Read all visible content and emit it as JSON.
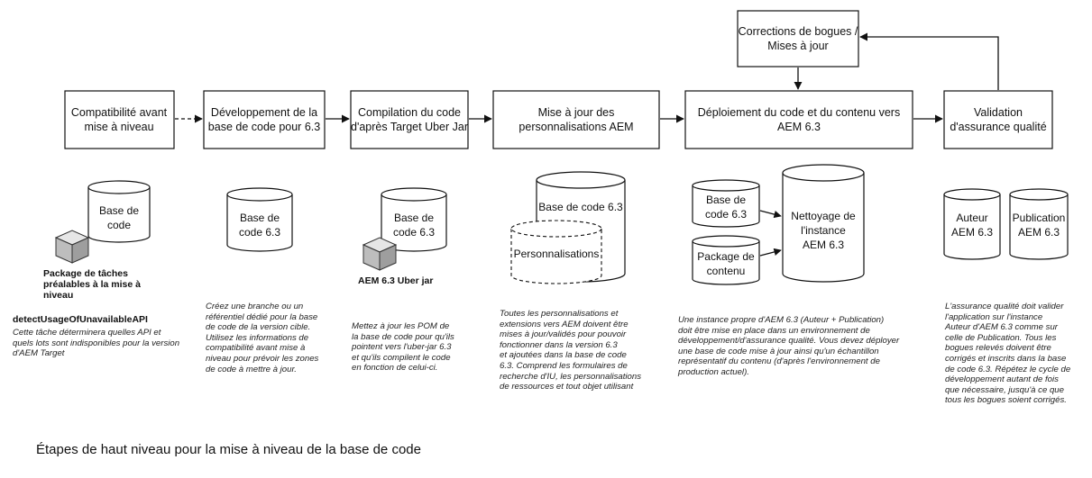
{
  "steps": {
    "compat": "Compatibilité avant\nmise à niveau",
    "dev": "Développement de la\nbase de code pour 6.3",
    "compile": "Compilation du code\nd'après Target Uber Jar",
    "customizations": "Mise à jour des\npersonnalisations AEM",
    "deploy": "Déploiement du code et du contenu vers\nAEM 6.3",
    "qa": "Validation\nd'assurance qualité",
    "fixes": "Corrections de bogues /\nMises à jour"
  },
  "stores": {
    "codebase": "Base de\ncode",
    "codebase63_a": "Base de\ncode 6.3",
    "codebase63_b": "Base de\ncode 6.3",
    "codebase63_c": "Base de code 6.3",
    "personalizations": "Personnalisations",
    "codebase63_d": "Base de\ncode 6.3",
    "content_package": "Package de\ncontenu",
    "clean_instance": "Nettoyage de\nl'instance\nAEM 6.3",
    "author": "Auteur\nAEM 6.3",
    "publish": "Publication\nAEM 6.3"
  },
  "labels": {
    "prereq_package": "Package de tâches\npréalables à la mise à\nniveau",
    "detect_api": "detectUsageOfUnavailableAPI",
    "uber_jar": "AEM 6.3 Uber jar"
  },
  "notes": {
    "compat": "Cette tâche déterminera quelles API et\nquels lots sont indisponibles pour la version\nd'AEM Target",
    "dev": "Créez une branche ou un\nréférentiel dédié pour la base\nde code de la version cible.\nUtilisez les informations de\ncompatibilité avant mise à\nniveau pour prévoir les zones\nde code à mettre à jour.",
    "compile": "Mettez à jour les POM de\nla base de code pour qu'ils\npointent vers l'uber-jar 6.3\net qu'ils compilent le code\nen fonction de celui-ci.",
    "customizations": "Toutes les personnalisations et\nextensions vers AEM doivent être\nmises à jour/validés pour pouvoir\nfonctionner dans la version 6.3\net ajoutées dans la base de code\n6.3. Comprend les formulaires de\nrecherche d'IU, les personnalisations\nde ressources et tout objet utilisant",
    "deploy": "Une instance propre d'AEM 6.3 (Auteur + Publication)\ndoit être mise en place dans un environnement de\ndéveloppement/d'assurance qualité. Vous devez déployer\nune base de code mise à jour ainsi qu'un échantillon\nreprésentatif du contenu (d'après l'environnement de\nproduction actuel).",
    "qa": "L'assurance qualité doit valider\nl'application sur l'instance\nAuteur d'AEM 6.3 comme sur\ncelle de Publication. Tous les\nbogues relevés doivent être\ncorrigés et inscrits dans la base\nde code 6.3. Répétez le cycle de\ndéveloppement autant de fois\nque nécessaire, jusqu'à ce que\ntous les bogues soient corrigés."
  },
  "caption": "Étapes de haut niveau pour la mise à niveau de la base de code"
}
